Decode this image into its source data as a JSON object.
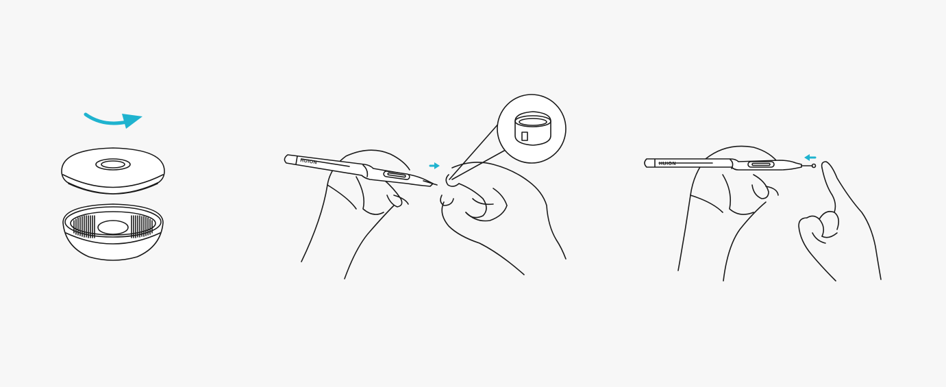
{
  "colors": {
    "background": "#f7f7f7",
    "line": "#1a1a1a",
    "accent_arrow": "#1fb3cf"
  },
  "steps": [
    {
      "id": "step-1",
      "description_icon": "nib-holder-open-icon",
      "arrow_direction": "rotate-right"
    },
    {
      "id": "step-2",
      "description_icon": "nib-removal-icon",
      "arrow_direction": "right"
    },
    {
      "id": "step-3",
      "description_icon": "nib-insert-icon",
      "arrow_direction": "left"
    }
  ],
  "pen": {
    "brand": "HUION"
  }
}
